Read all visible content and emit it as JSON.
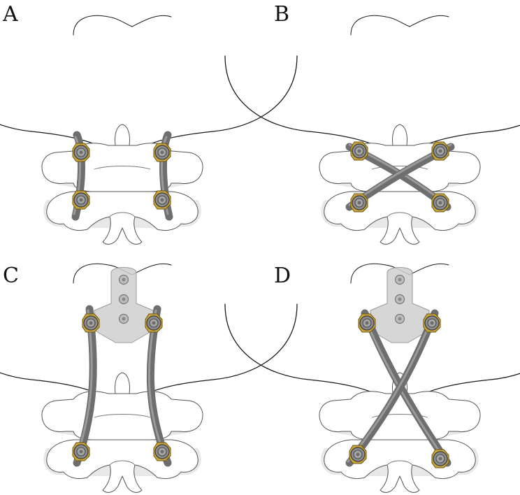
{
  "panels": [
    {
      "id": "A",
      "label": "A",
      "rods": "parallel",
      "plate": false
    },
    {
      "id": "B",
      "label": "B",
      "rods": "crossed",
      "plate": false
    },
    {
      "id": "C",
      "label": "C",
      "rods": "parallel",
      "plate": true
    },
    {
      "id": "D",
      "label": "D",
      "rods": "crossed",
      "plate": true
    }
  ],
  "colors": {
    "rod": "#6e6e6e",
    "screw_head": "#8a8a8a",
    "screw_ring": "#b8962e",
    "bone_outline": "#555555",
    "plate": "#cfcfcf"
  }
}
